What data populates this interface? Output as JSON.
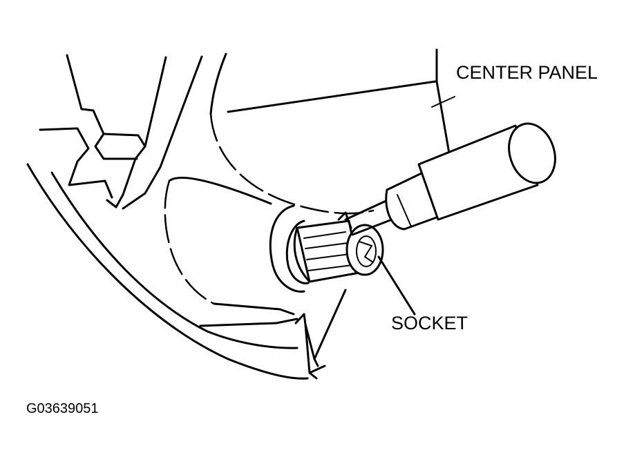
{
  "labels": {
    "center_panel": "CENTER PANEL",
    "socket": "SOCKET"
  },
  "figure_code": "G03639051",
  "colors": {
    "ink": "#000000",
    "paper": "#ffffff"
  }
}
